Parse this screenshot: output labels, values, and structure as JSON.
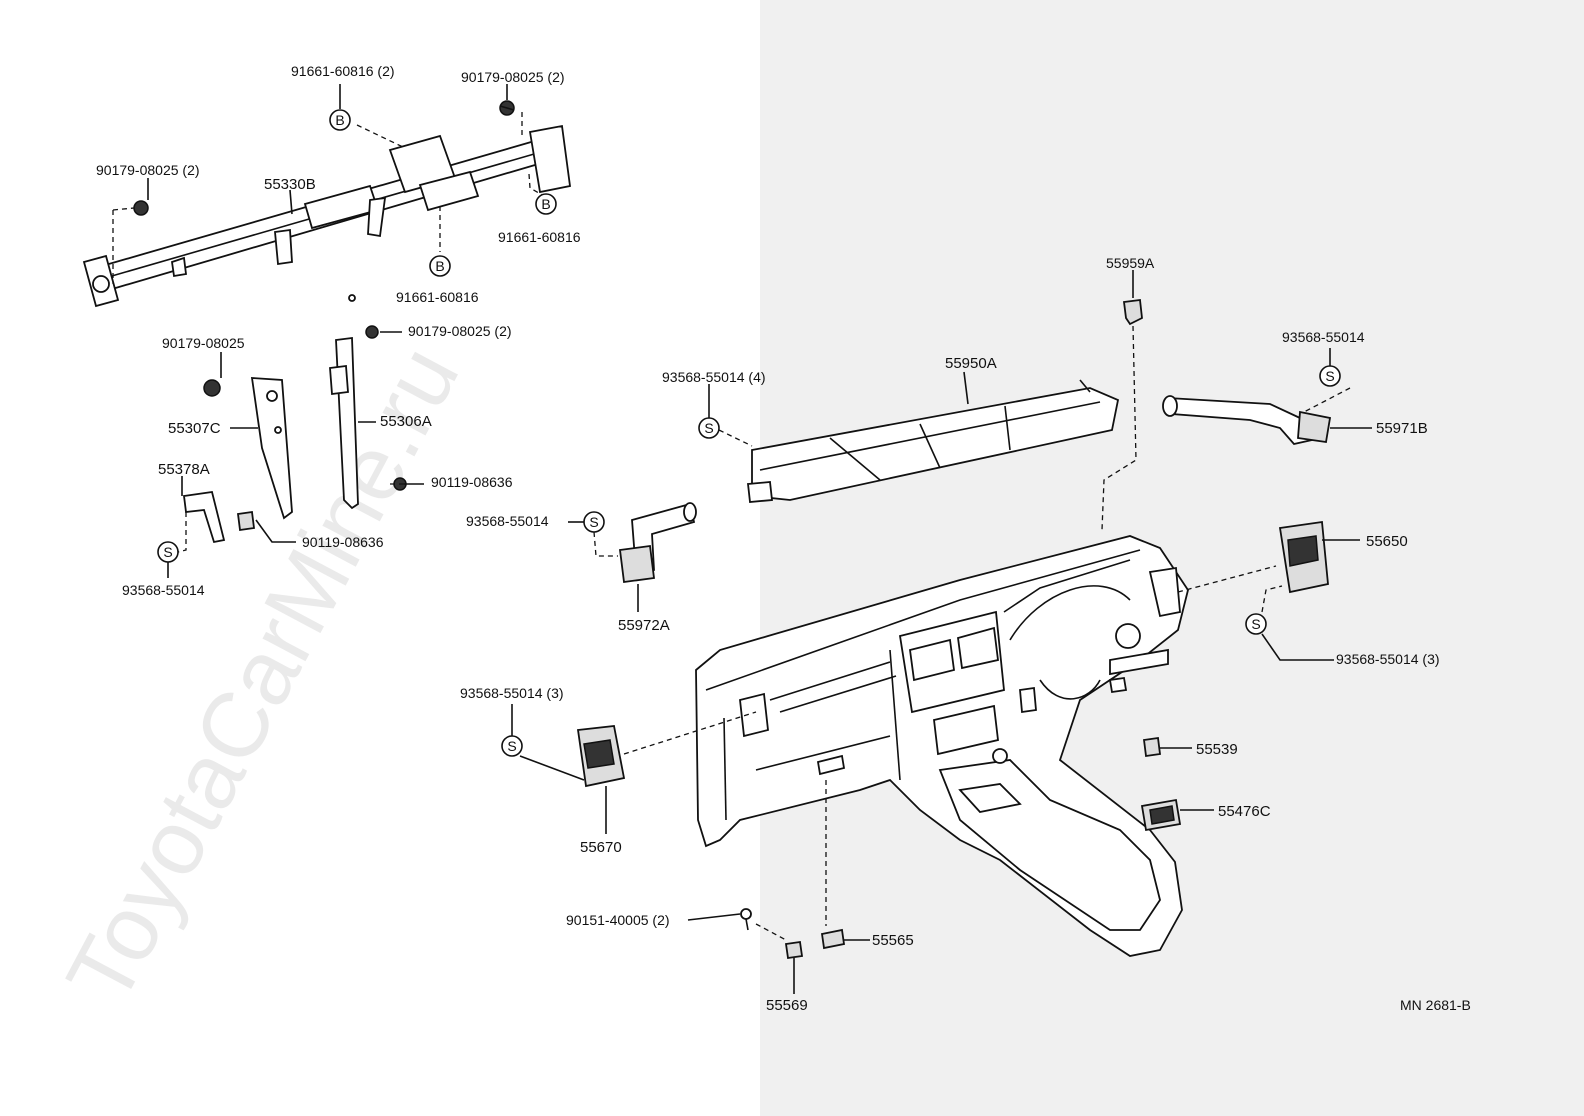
{
  "watermark": "ToyotaCarMine.ru",
  "diagram_code": "MN 2681-B",
  "markers": {
    "bolt": "B",
    "screw": "S"
  },
  "labels": {
    "p91661_top": "91661-60816 (2)",
    "p90179_top": "90179-08025 (2)",
    "p90179_left": "90179-08025 (2)",
    "p55330B": "55330B",
    "p91661_right": "91661-60816",
    "p91661_bottom": "91661-60816",
    "p90179_single": "90179-08025",
    "p90179_mid": "90179-08025 (2)",
    "p55307C": "55307C",
    "p55306A": "55306A",
    "p55378A": "55378A",
    "p90119_right": "90119-08636",
    "p90119_left": "90119-08636",
    "p93568_left": "93568-55014",
    "p55959A": "55959A",
    "p93568_duct": "93568-55014",
    "p93568_right": "93568-55014",
    "p93568_4": "93568-55014 (4)",
    "p55950A": "55950A",
    "p55971B": "55971B",
    "p55972A": "55972A",
    "p55650": "55650",
    "p93568_3r": "93568-55014 (3)",
    "p93568_3l": "93568-55014 (3)",
    "p55539": "55539",
    "p55476C": "55476C",
    "p55670": "55670",
    "p90151": "90151-40005 (2)",
    "p55565": "55565",
    "p55569": "55569"
  }
}
